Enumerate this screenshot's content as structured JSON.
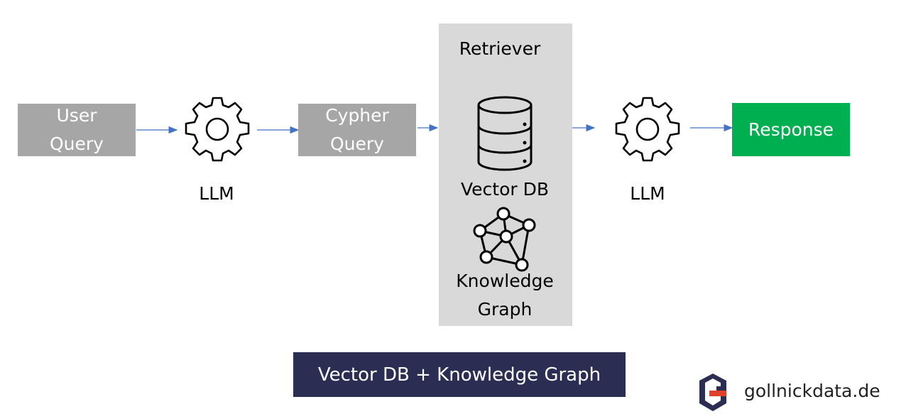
{
  "nodes": {
    "user_query": {
      "line1": "User",
      "line2": "Query"
    },
    "llm1": {
      "label": "LLM"
    },
    "cypher_query": {
      "line1": "Cypher",
      "line2": "Query"
    },
    "retriever": {
      "title": "Retriever",
      "vector_db_label": "Vector DB",
      "kg_line1": "Knowledge",
      "kg_line2": "Graph"
    },
    "llm2": {
      "label": "LLM"
    },
    "response": {
      "label": "Response"
    }
  },
  "banner": {
    "text": "Vector DB + Knowledge Graph"
  },
  "brand": {
    "text": "gollnickdata.de",
    "logo_icon": "gollnickdata-logo-icon"
  },
  "icons": [
    "gear-icon",
    "database-icon",
    "network-graph-icon",
    "arrow-right-icon"
  ],
  "colors": {
    "gray_box": "#a6a6a6",
    "retriever_panel": "#d9d9d9",
    "response_box": "#00b050",
    "banner": "#2b2d52",
    "arrow": "#4472c4",
    "logo_dark": "#2b2d52",
    "logo_accent": "#e0412a"
  }
}
